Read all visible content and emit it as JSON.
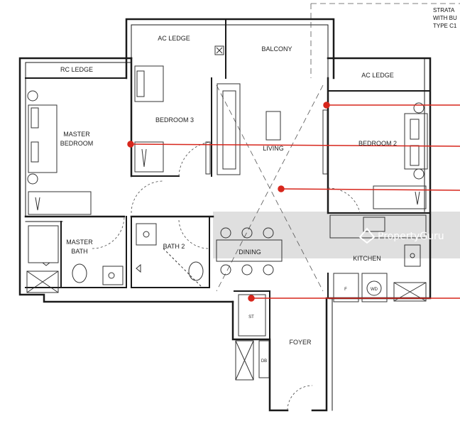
{
  "rooms": {
    "ac_ledge_top": "AC LEDGE",
    "balcony": "BALCONY",
    "rc_ledge": "RC LEDGE",
    "bedroom_3": "BEDROOM 3",
    "master_bedroom_l1": "MASTER",
    "master_bedroom_l2": "BEDROOM",
    "living": "LIVING",
    "ac_ledge_right": "AC LEDGE",
    "bedroom_2": "BEDROOM 2",
    "master_bath_l1": "MASTER",
    "master_bath_l2": "BATH",
    "bath_2": "BATH 2",
    "dining": "DINING",
    "kitchen": "KITCHEN",
    "foyer": "FOYER",
    "store": "ST",
    "db": "DB",
    "fridge": "F",
    "washer_dryer": "WD"
  },
  "note_lines": [
    "STRATA",
    "WITH BU",
    "TYPE C1"
  ],
  "watermark": "PropertyGuru",
  "colors": {
    "wall": "#1a1a1a",
    "fixture": "#333333",
    "callout": "#d7261c",
    "watermark_band": "#d9d9d9"
  }
}
